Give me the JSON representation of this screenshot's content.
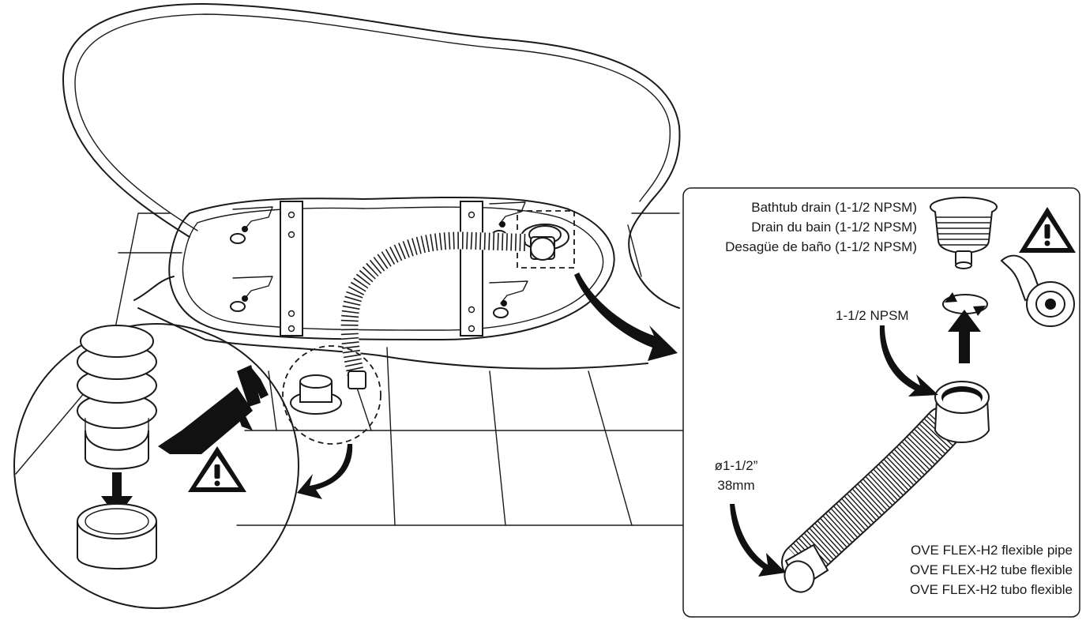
{
  "drain_labels": {
    "en": "Bathtub drain (1-1/2 NPSM)",
    "fr": "Drain du bain (1-1/2 NPSM)",
    "es": "Desagüe de baño (1-1/2 NPSM)"
  },
  "thread_label": "1-1/2 NPSM",
  "pipe_diameter_label": "ø1-1/2”",
  "pipe_diameter_mm_label": "38mm",
  "pipe_labels": {
    "en": "OVE FLEX-H2 flexible pipe",
    "fr": "OVE FLEX-H2 tube flexible",
    "es": "OVE FLEX-H2 tubo flexible"
  },
  "warning_icons": [
    "warning-triangle-icon",
    "warning-triangle-icon"
  ],
  "colors": {
    "ink": "#1a1a1a",
    "background": "#ffffff"
  }
}
